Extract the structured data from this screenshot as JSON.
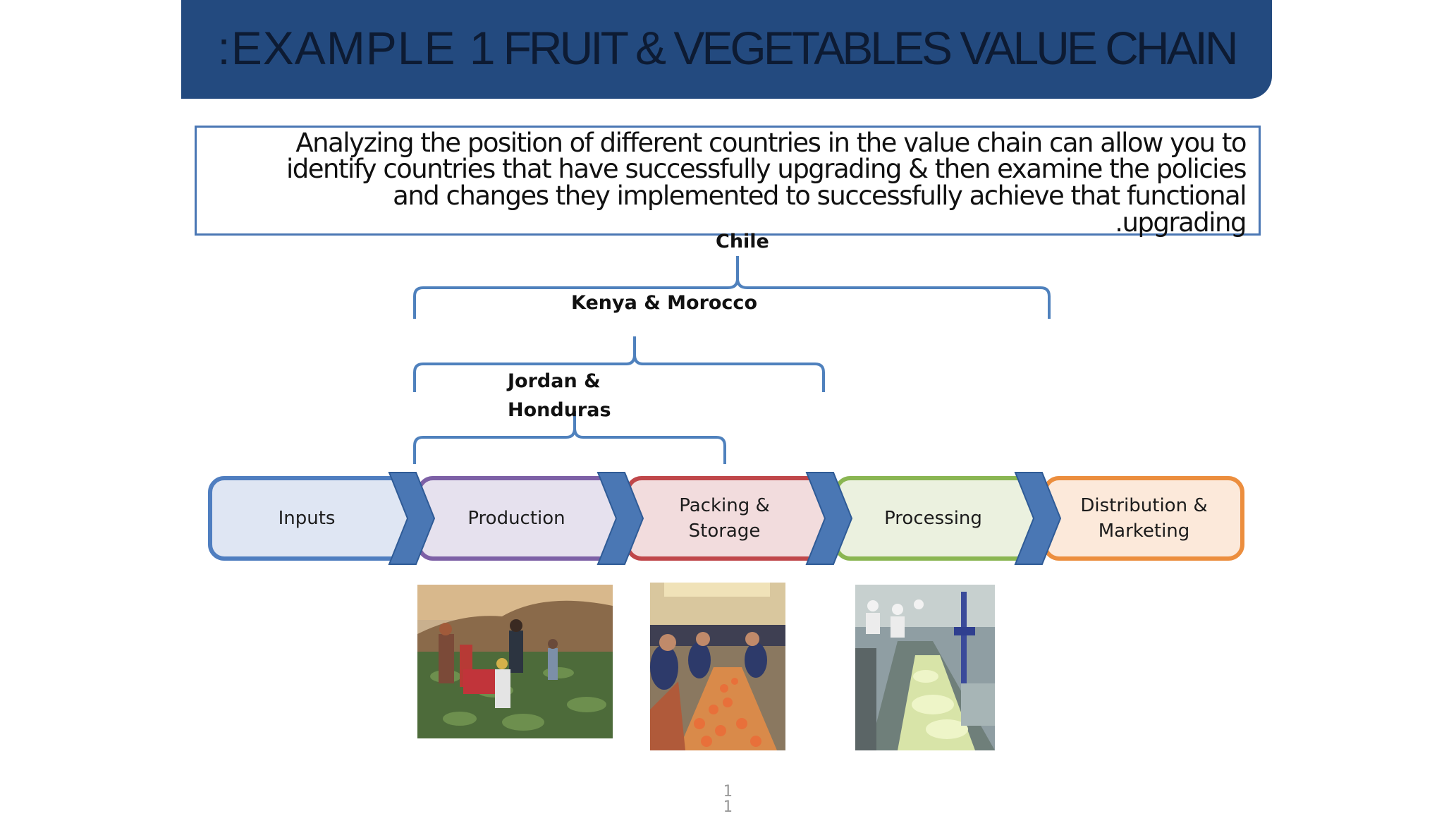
{
  "title": {
    "prefix": ":EXAMPLE 1",
    "main": "FRUIT & VEGETABLES VALUE CHAIN"
  },
  "description": {
    "line1": "Analyzing the position of different countries in the value chain can allow you to",
    "line2": "identify  countries that have successfully upgrading & then examine the policies",
    "line3": "and changes they  implemented to successfully achieve that functional",
    "line4": ".upgrading"
  },
  "countries": {
    "chile": "Chile",
    "kenya_morocco": "Kenya & Morocco",
    "jordan_line1": "Jordan &",
    "jordan_line2": "Honduras"
  },
  "stages": [
    {
      "label": "Inputs",
      "fill": "#dfe6f3",
      "border": "#4f7ec0"
    },
    {
      "label_line1": "Production",
      "fill": "#e6e1ee",
      "border": "#7d60a6"
    },
    {
      "label_line1": "Packing &",
      "label_line2": "Storage",
      "fill": "#f2dcdd",
      "border": "#c0474a"
    },
    {
      "label_line1": "Processing",
      "fill": "#ebf1df",
      "border": "#8ab652"
    },
    {
      "label_line1": "Distribution &",
      "label_line2": "Marketing",
      "fill": "#fce9da",
      "border": "#ec8e3e"
    }
  ],
  "colors": {
    "title_bar": "#234a7f",
    "arrow": "#4a77b4",
    "bracket": "#4f81bd"
  },
  "photos": [
    "field-harvest-photo",
    "packing-line-photo",
    "processing-plant-photo"
  ],
  "page_number": {
    "digit1": "1",
    "digit2": "1"
  }
}
